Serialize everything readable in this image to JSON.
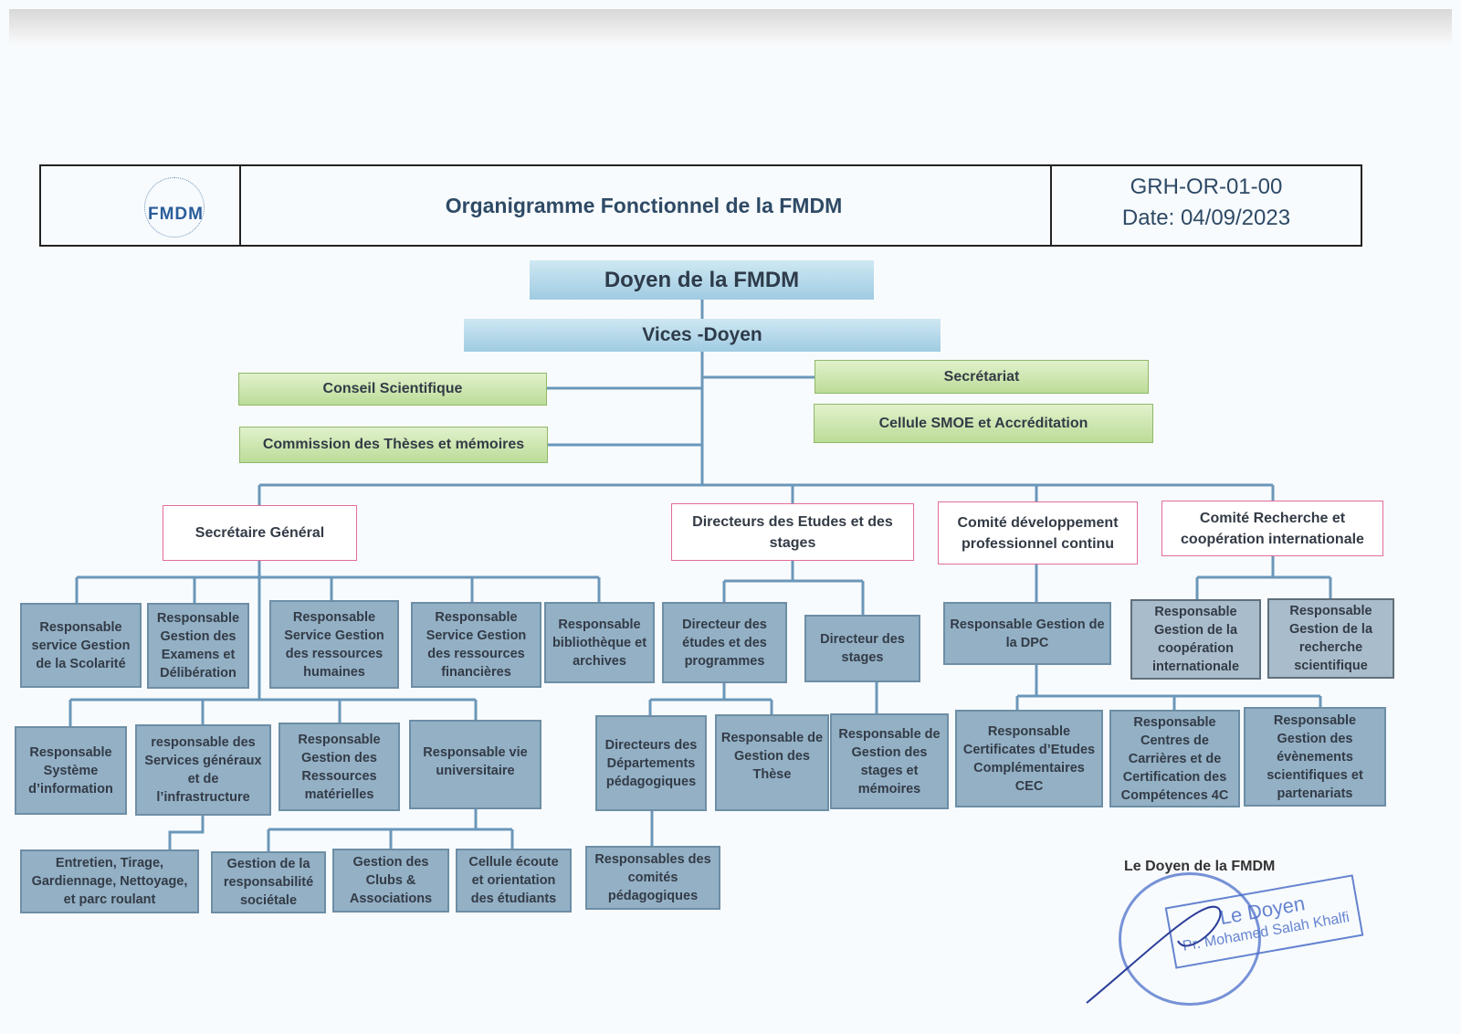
{
  "header": {
    "logo_text": "FMDM",
    "title": "Organigramme Fonctionnel de la FMDM",
    "code": "GRH-OR-01-00",
    "date": "Date: 04/09/2023"
  },
  "top": {
    "doyen": "Doyen de la FMDM",
    "vices": "Vices -Doyen"
  },
  "councils": {
    "conseil": "Conseil Scientifique",
    "commission": "Commission des Thèses et mémoires",
    "secretariat": "Secrétariat",
    "cellule": "Cellule SMOE et Accréditation"
  },
  "branches": {
    "sg": "Secrétaire Général",
    "etudes": "Directeurs des Etudes et des stages",
    "dpc": "Comité développement professionnel continu",
    "recherche": "Comité Recherche et coopération internationale"
  },
  "sg_row1": [
    "Responsable service Gestion de la Scolarité",
    "Responsable Gestion des Examens et Délibération",
    "Responsable Service Gestion des ressources humaines",
    "Responsable Service Gestion des ressources financières",
    "Responsable bibliothèque et archives"
  ],
  "sg_row2": [
    "Responsable Système d’information",
    "responsable des Services généraux et de l’infrastructure",
    "Responsable Gestion des Ressources matérielles",
    "Responsable vie universitaire"
  ],
  "sg_row3": [
    "Entretien, Tirage, Gardiennage, Nettoyage, et parc roulant",
    "Gestion de la responsabilité sociétale",
    "Gestion des Clubs & Associations",
    "Cellule écoute et orientation des étudiants"
  ],
  "etudes": {
    "dir_programmes": "Directeur des études et des programmes",
    "dir_stages": "Directeur des stages",
    "dep": "Directeurs des Départements pédagogiques",
    "these": "Responsable de Gestion des Thèse",
    "stages_mem": "Responsable de Gestion des stages et mémoires",
    "comites": "Responsables des comités pédagogiques"
  },
  "dpc": {
    "gestion": "Responsable Gestion de la DPC",
    "children": [
      "Responsable Certificates d’Etudes Complémentaires CEC",
      "Responsable Centres de Carrières et de Certification des Compétences 4C",
      "Responsable Gestion des évènements scientifiques et partenariats"
    ]
  },
  "recherche": [
    "Responsable Gestion de la coopération internationale",
    "Responsable Gestion de la recherche scientifique"
  ],
  "signature": {
    "label": "Le Doyen de la FMDM",
    "stamp": "Le Doyen",
    "name": "Pr. Mohamed Salah Khalfi"
  }
}
